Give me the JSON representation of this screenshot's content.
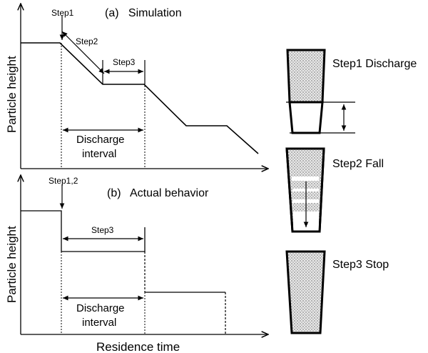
{
  "panel_a": {
    "title": "(a)   Simulation",
    "step1": "Step1",
    "step2": "Step2",
    "step3": "Step3",
    "interval_line1": "Discharge",
    "interval_line2": "interval"
  },
  "panel_b": {
    "title": "(b)   Actual behavior",
    "step12": "Step1,2",
    "step3": "Step3",
    "interval_line1": "Discharge",
    "interval_line2": "interval"
  },
  "axes": {
    "ylabel": "Particle height",
    "xlabel": "Residence time"
  },
  "containers": {
    "step1": "Step1 Discharge",
    "step2": "Step2 Fall",
    "step3": "Step3 Stop"
  }
}
